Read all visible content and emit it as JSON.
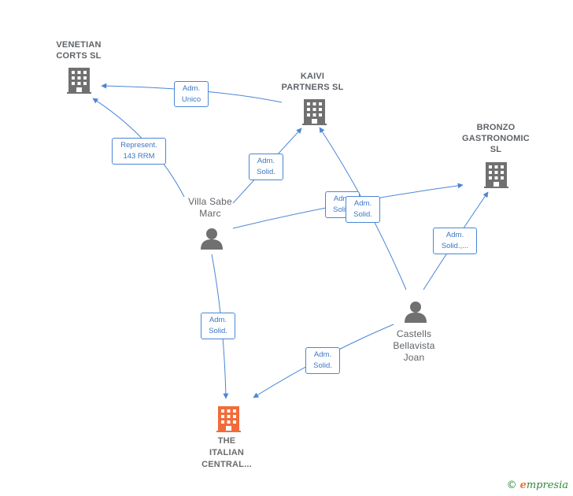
{
  "nodes": {
    "venetian": {
      "lines": [
        "VENETIAN",
        "CORTS  SL"
      ],
      "type": "company"
    },
    "kaivi": {
      "lines": [
        "KAIVI",
        "PARTNERS  SL"
      ],
      "type": "company"
    },
    "bronzo": {
      "lines": [
        "BRONZO",
        "GASTRONOMIC",
        "SL"
      ],
      "type": "company"
    },
    "villa": {
      "lines": [
        "Villa Sabe",
        "Marc"
      ],
      "type": "person"
    },
    "castells": {
      "lines": [
        "Castells",
        "Bellavista",
        "Joan"
      ],
      "type": "person"
    },
    "italian": {
      "lines": [
        "THE",
        "ITALIAN",
        "CENTRAL..."
      ],
      "type": "focus-company"
    }
  },
  "edges": {
    "kaivi_venetian": [
      "Adm.",
      "Unico"
    ],
    "villa_venetian": [
      "Represent.",
      "143 RRM"
    ],
    "villa_kaivi": [
      "Adm.",
      "Solid."
    ],
    "villa_bronzo": [
      "Adm.",
      "Solid."
    ],
    "castells_kaivi": [
      "Adm.",
      "Solid."
    ],
    "castells_bronzo": [
      "Adm.",
      "Solid.,..."
    ],
    "villa_italian": [
      "Adm.",
      "Solid."
    ],
    "castells_italian": [
      "Adm.",
      "Solid."
    ]
  },
  "brand": {
    "copyright": "©",
    "initial": "e",
    "name": "mpresia"
  },
  "colors": {
    "edge": "#4a86d6",
    "company_icon": "#707070",
    "person_icon": "#707070",
    "focus_icon": "#f26b3a"
  }
}
